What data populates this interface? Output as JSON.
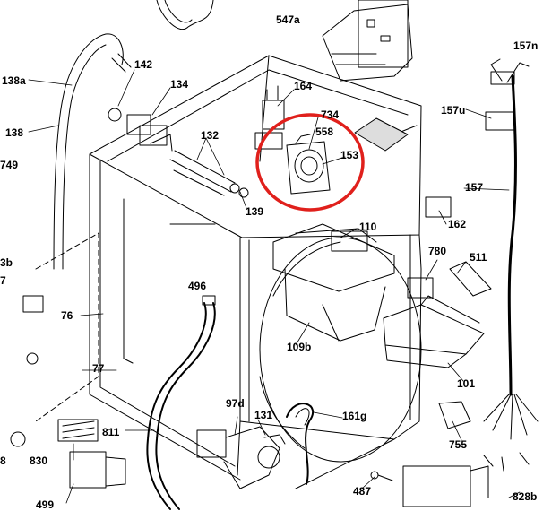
{
  "diagram": {
    "highlight_color": "#e0201c",
    "line_color": "#000000",
    "highlighted_part": "153",
    "parts": [
      {
        "id": "p547a",
        "label": "547a"
      },
      {
        "id": "p157n",
        "label": "157n"
      },
      {
        "id": "p138a",
        "label": "138a"
      },
      {
        "id": "p142",
        "label": "142"
      },
      {
        "id": "p134",
        "label": "134"
      },
      {
        "id": "p164",
        "label": "164"
      },
      {
        "id": "p157u",
        "label": "157u"
      },
      {
        "id": "p138",
        "label": "138"
      },
      {
        "id": "p734",
        "label": "734"
      },
      {
        "id": "p558",
        "label": "558"
      },
      {
        "id": "p132",
        "label": "132"
      },
      {
        "id": "p153",
        "label": "153"
      },
      {
        "id": "p749",
        "label": "749"
      },
      {
        "id": "p157",
        "label": "157"
      },
      {
        "id": "p139",
        "label": "139"
      },
      {
        "id": "p162",
        "label": "162"
      },
      {
        "id": "p110",
        "label": "110"
      },
      {
        "id": "p3b",
        "label": "3b"
      },
      {
        "id": "p780",
        "label": "780"
      },
      {
        "id": "p511",
        "label": "511"
      },
      {
        "id": "p7",
        "label": "7"
      },
      {
        "id": "p496",
        "label": "496"
      },
      {
        "id": "p76",
        "label": "76"
      },
      {
        "id": "p109b",
        "label": "109b"
      },
      {
        "id": "p77",
        "label": "77"
      },
      {
        "id": "p101",
        "label": "101"
      },
      {
        "id": "p97d",
        "label": "97d"
      },
      {
        "id": "p131",
        "label": "131"
      },
      {
        "id": "p161g",
        "label": "161g"
      },
      {
        "id": "p811",
        "label": "811"
      },
      {
        "id": "p755",
        "label": "755"
      },
      {
        "id": "p830",
        "label": "830"
      },
      {
        "id": "p8",
        "label": "8"
      },
      {
        "id": "p487",
        "label": "487"
      },
      {
        "id": "p499",
        "label": "499"
      },
      {
        "id": "p828b",
        "label": "828b"
      }
    ]
  }
}
